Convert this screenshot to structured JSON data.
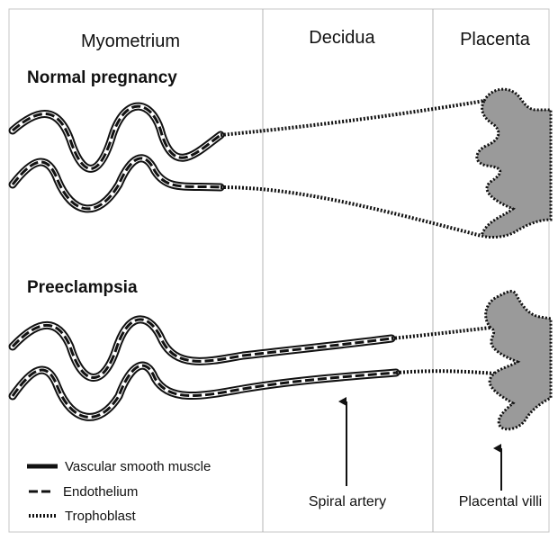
{
  "regions": {
    "myometrium": "Myometrium",
    "decidua": "Decidua",
    "placenta": "Placenta"
  },
  "conditions": {
    "normal": "Normal pregnancy",
    "preeclampsia": "Preeclampsia"
  },
  "annotations": {
    "spiral_artery": "Spiral artery",
    "placental_villi": "Placental villi"
  },
  "legend": [
    {
      "key": "vascular_smooth_muscle",
      "label": "Vascular smooth muscle"
    },
    {
      "key": "endothelium",
      "label": "Endothelium"
    },
    {
      "key": "trophoblast",
      "label": "Trophoblast"
    }
  ],
  "colors": {
    "outline": "#111111",
    "villi_fill": "#9a9a9a",
    "divider": "#b5b5b5"
  }
}
